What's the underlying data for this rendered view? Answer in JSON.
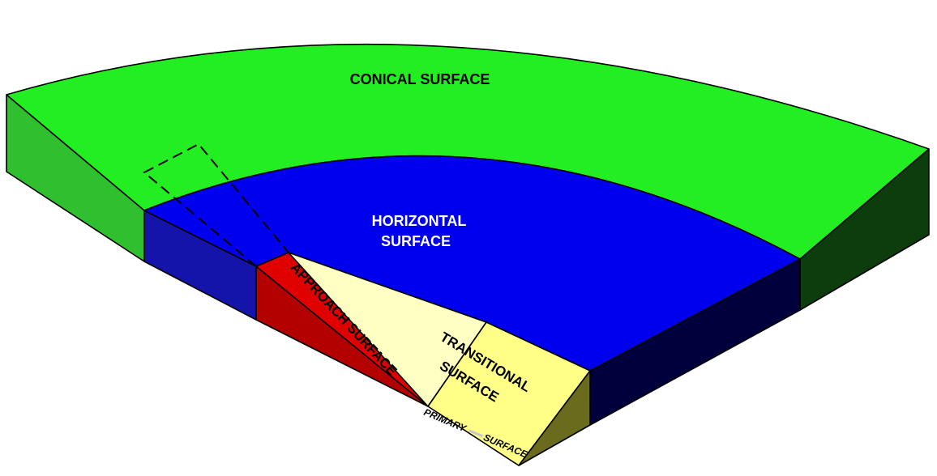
{
  "surfaces": {
    "conical": {
      "label": "CONICAL SURFACE",
      "color": "#22ee22",
      "side_color": "#2fbf2f",
      "dark_side_color": "#0d3d0d"
    },
    "horizontal": {
      "label_line1": "HORIZONTAL",
      "label_line2": "SURFACE",
      "color": "#0000ee",
      "side_color": "#1414aa",
      "dark_side_color": "#00003d"
    },
    "approach": {
      "label": "APPROACH SURFACE",
      "color": "#e10000",
      "side_color": "#b30000"
    },
    "transitional": {
      "label_line1": "TRANSITIONAL",
      "label_line2": "SURFACE",
      "color": "#ffff88",
      "light_color": "#ffffc4",
      "side_color": "#6b6b1e"
    },
    "primary": {
      "label_part1": "PRIMARY",
      "label_part2": "SURFACE"
    }
  }
}
